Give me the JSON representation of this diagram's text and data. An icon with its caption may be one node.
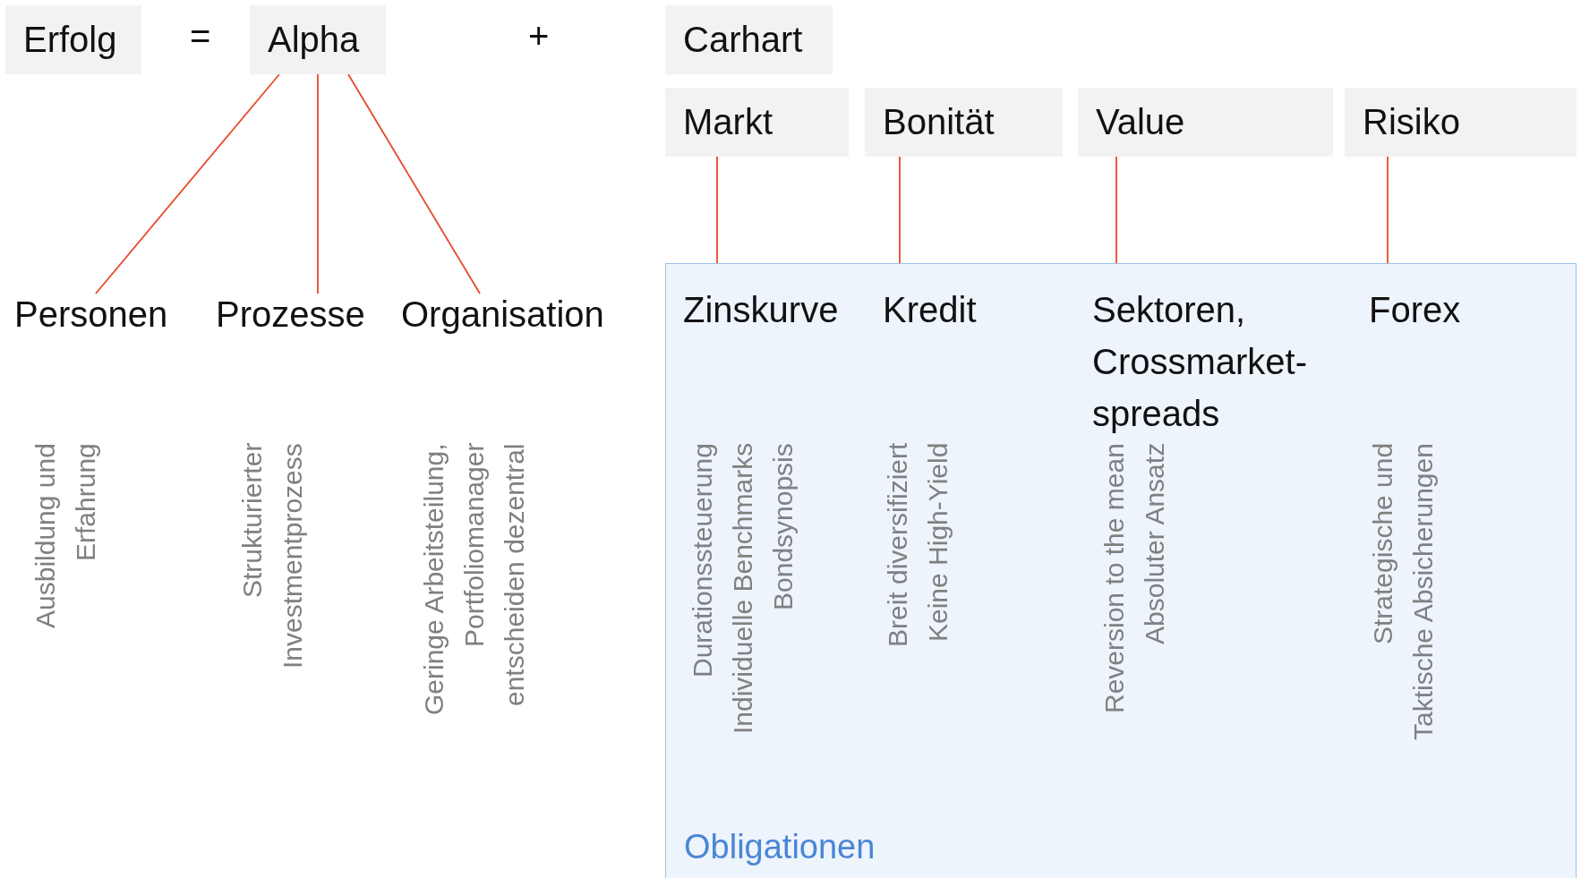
{
  "diagram": {
    "nodes": [
      {
        "text": [
          "Erfolg"
        ]
      },
      {
        "text": [
          "Alpha"
        ]
      },
      {
        "text": [
          "Carhart"
        ]
      },
      {
        "text": [
          "Markt"
        ]
      },
      {
        "text": [
          "Bonität"
        ]
      },
      {
        "text": [
          "Value"
        ]
      },
      {
        "text": [
          "Risiko"
        ]
      },
      {
        "text": [
          "Personen"
        ]
      },
      {
        "text": [
          "Prozesse"
        ]
      },
      {
        "text": [
          "Organisation"
        ]
      },
      {
        "text": [
          "Obligationen"
        ]
      },
      {
        "text": [
          "Zinskurve"
        ],
        "in": 10
      },
      {
        "text": [
          "Kredit"
        ],
        "in": 10
      },
      {
        "text": [
          "Sektoren, Crossmarket-spreads"
        ],
        "in": 10
      },
      {
        "text": [
          "Forex"
        ],
        "in": 10
      }
    ],
    "edges": [
      {
        "from": 1,
        "to": 7,
        "arrow": "none"
      },
      {
        "from": 1,
        "to": 8,
        "arrow": "none"
      },
      {
        "from": 1,
        "to": 9,
        "arrow": "none"
      },
      {
        "from": 3,
        "to": 11,
        "arrow": "none"
      },
      {
        "from": 4,
        "to": 12,
        "arrow": "none"
      },
      {
        "from": 5,
        "to": 13,
        "arrow": "none"
      },
      {
        "from": 6,
        "to": 14,
        "arrow": "none"
      }
    ],
    "labels": [
      "=",
      "+",
      "Ausbildung und Erfahrung",
      "Strukturierter Investmentprozess",
      "Geringe Arbeitsteilung, Portfoliomanager entscheiden dezentral",
      "Durationssteuerung",
      "Individuelle Benchmarks",
      "Bondsynopsis",
      "Breit diversifiziert",
      "Keine High-Yield",
      "Reversion to the mean",
      "Absoluter Ansatz",
      "Strategische und Taktische Absicherungen"
    ]
  }
}
